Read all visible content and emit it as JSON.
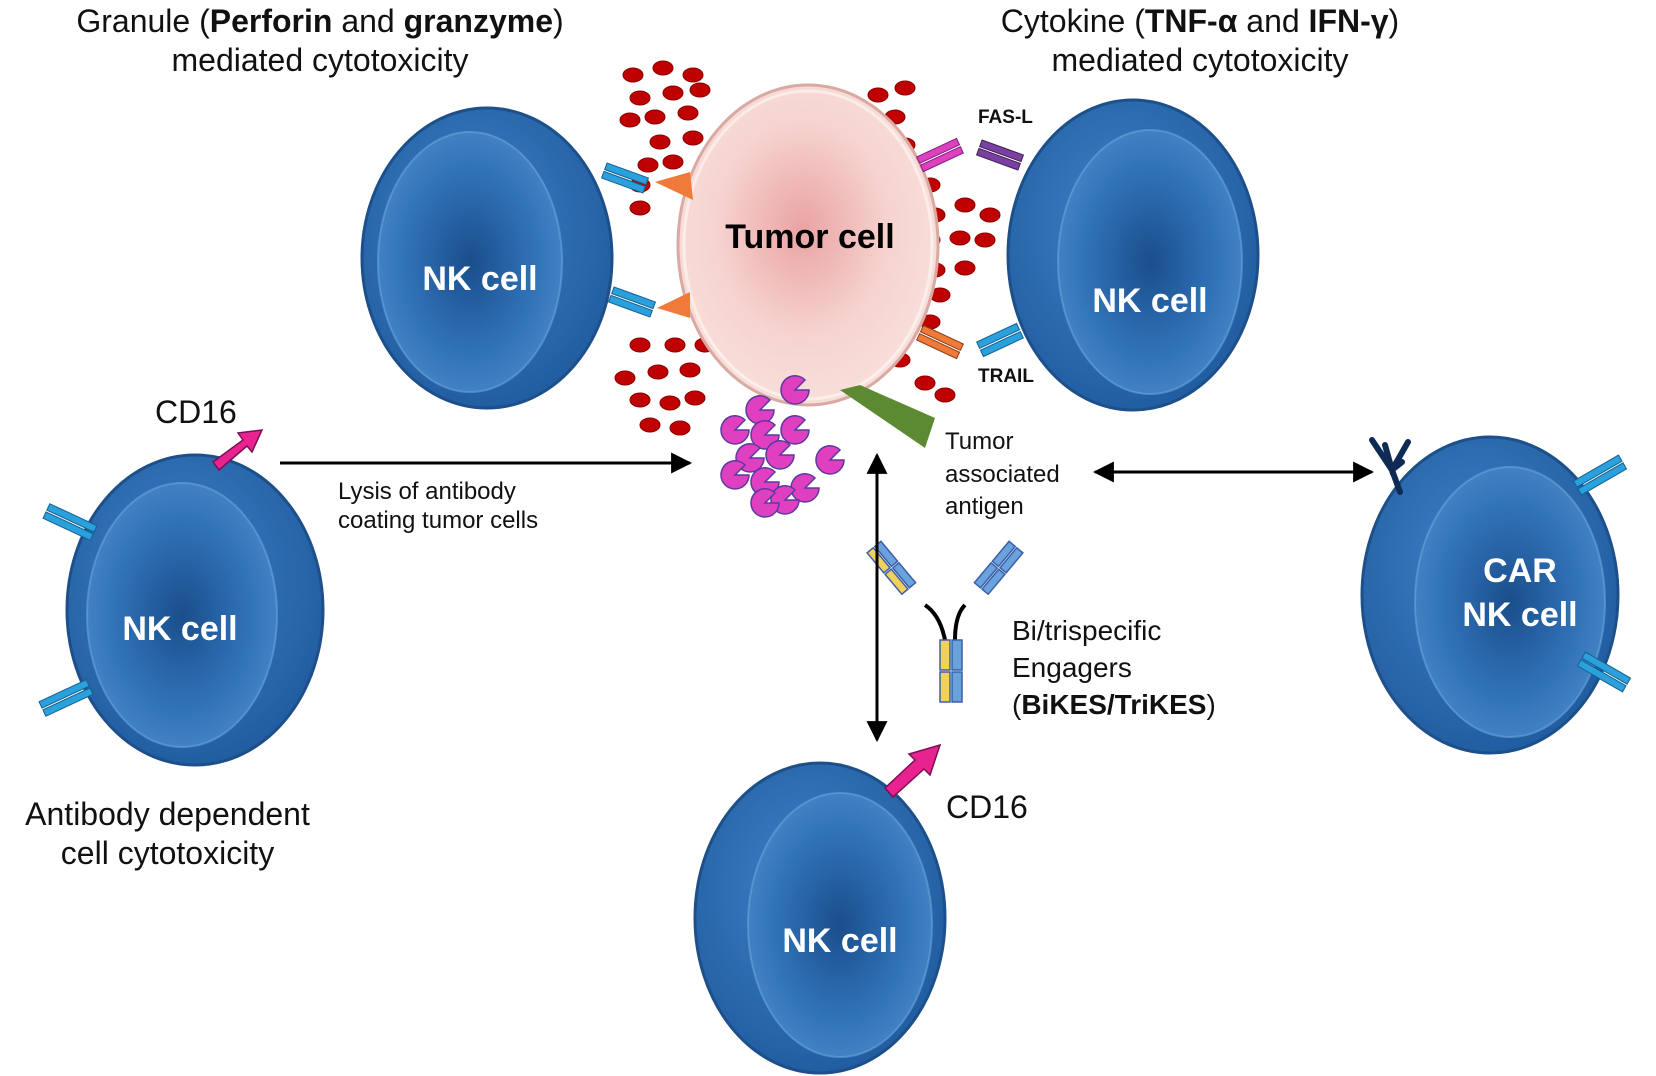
{
  "granule": {
    "pre": "Granule (",
    "perforin": "Perforin",
    "and": " and ",
    "granzyme": "granzyme",
    "post": ")",
    "line2": "mediated cytotoxicity"
  },
  "cytokine": {
    "pre": "Cytokine (",
    "tnf": "TNF-α",
    "and": " and ",
    "ifn": "IFN-γ",
    "post": ")",
    "line2": "mediated cytotoxicity"
  },
  "cells": {
    "nk_top_left": "NK cell",
    "nk_top_right": "NK cell",
    "nk_left": "NK cell",
    "nk_bottom": "NK cell",
    "car_line1": "CAR",
    "car_line2": "NK cell",
    "tumor": "Tumor cell"
  },
  "labels": {
    "fasl": "FAS-L",
    "trail": "TRAIL",
    "cd16_left": "CD16",
    "cd16_bottom": "CD16",
    "lysis_line1": "Lysis of antibody",
    "lysis_line2": "coating tumor cells",
    "taa_line1": "Tumor",
    "taa_line2": "associated",
    "taa_line3": "antigen",
    "adcc_line1": "Antibody dependent",
    "adcc_line2": "cell cytotoxicity",
    "bike_line1": "Bi/trispecific",
    "bike_line2": "Engagers",
    "bike_pre": "(",
    "bike_bold": "BiKES/TriKES",
    "bike_post": ")"
  },
  "colors": {
    "nk_cell": "#2b6aae",
    "nk_border": "#1d4f8a",
    "tumor": "#f4cdc8",
    "granule": "#c00000",
    "perforin_fragment": "#e040c0",
    "receptor": "#2aa0dc",
    "cd16_arrow": "#e8238f",
    "antigen": "#5b8a32",
    "fasl": "#7a3fa0",
    "ligand_orange": "#f07a3a"
  }
}
